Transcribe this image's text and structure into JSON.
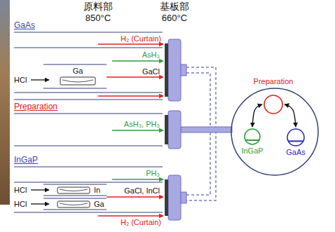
{
  "diagram": {
    "nodes": [
      {
        "text": [
          "Preparation"
        ]
      },
      {
        "text": [
          "InGaP"
        ]
      },
      {
        "text": [
          "GaAs"
        ]
      }
    ],
    "edges": [
      {
        "from": 0,
        "to": 1,
        "arrow": "both"
      },
      {
        "from": 0,
        "to": 2,
        "arrow": "both"
      }
    ],
    "labels": [
      "原料部",
      "850°C",
      "基板部",
      "660°C",
      "GaAs",
      "H₂ (Curtain)",
      "AsH₃",
      "Ga",
      "GaCl",
      "HCl",
      "Preparation",
      "AsH₃, PH₃",
      "InGaP",
      "PH₃",
      "HCl",
      "In",
      "GaCl, InCl",
      "HCl",
      "Ga",
      "H₂ (Curtain)"
    ]
  }
}
